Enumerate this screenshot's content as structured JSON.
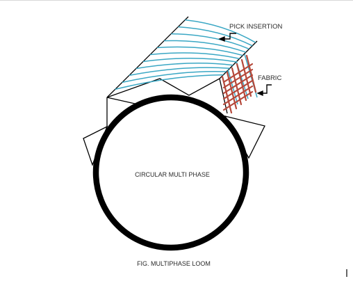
{
  "diagram": {
    "caption": "FIG. MULTIPHASE LOOM",
    "center_label": "CIRCULAR MULTI PHASE",
    "labels": {
      "pick_insertion": "PICK INSERTION",
      "fabric": "FABRIC"
    },
    "colors": {
      "outline": "#000000",
      "pick_lines": "#3aa7c4",
      "fabric_lines": "#b5483a",
      "background": "#ffffff"
    },
    "icons": {
      "pick_insertion_pointer": "arrow-pointer-icon",
      "fabric_pointer": "arrow-pointer-icon",
      "text_cursor": "text-cursor-icon"
    }
  }
}
